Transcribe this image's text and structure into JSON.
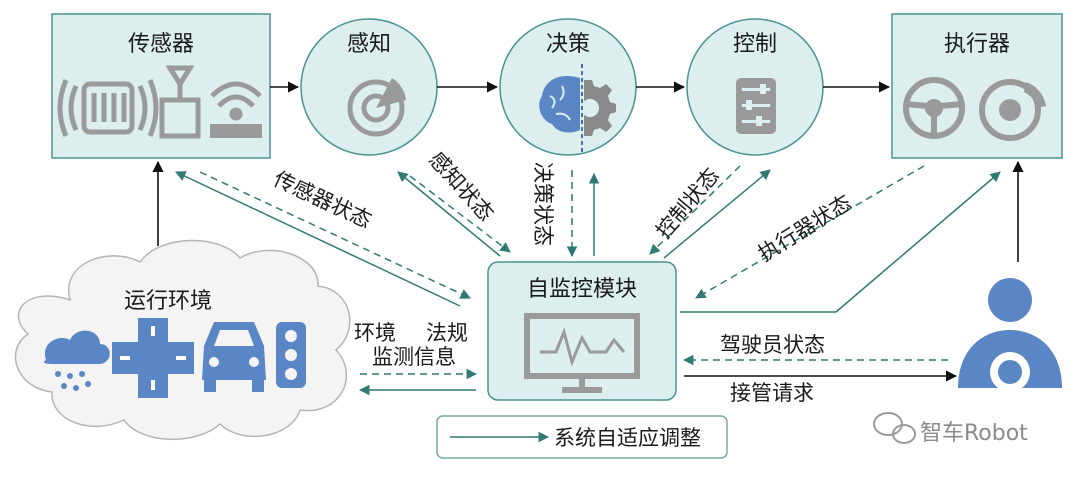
{
  "nodes": {
    "sensor": "传感器",
    "perception": "感知",
    "decision": "决策",
    "control": "控制",
    "actuator": "执行器",
    "environment": "运行环境",
    "monitor": "自监控模块"
  },
  "edge_labels": {
    "sensor_state": "传感器状态",
    "perception_state": "感知状态",
    "decision_state": "决策状态",
    "control_state": "控制状态",
    "actuator_state": "执行器状态",
    "env_line1": "环境",
    "env_line2": "法规",
    "env_line3": "监测信息",
    "driver_state": "驾驶员状态",
    "takeover": "接管请求"
  },
  "legend": {
    "adaptive": "系统自适应调整"
  },
  "watermark": "智车Robot",
  "colors": {
    "box_fill": "#dceeee",
    "box_stroke": "#4a9490",
    "arrow": "#2f7a72",
    "icon_gray": "#9a9a9a",
    "icon_blue": "#5b86c5"
  }
}
